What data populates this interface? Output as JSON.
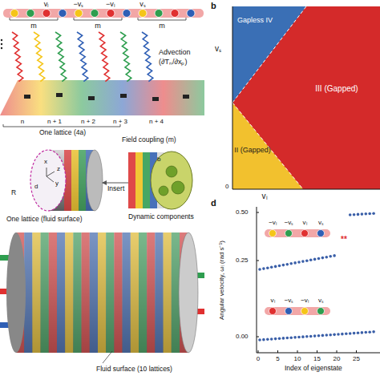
{
  "diagram": {
    "labels": [
      "vₗ",
      "−vₛ",
      "−vₗ",
      "vₛ",
      "m",
      "m",
      "m",
      "Advection",
      "(∂Tₙ/∂xₚ)",
      "n",
      "n + 1",
      "n + 2",
      "n + 3",
      "n + 4",
      "One lattice (4a)",
      "d",
      "x",
      "y",
      "z",
      "R",
      "Insert",
      "b",
      "Field coupling (m)",
      "Dynamic components",
      "One lattice (fluid surface)",
      "Fluid surface (10 lattices)",
      "b",
      "Gapless IV",
      "III (Gapped)",
      "II (Gapped)",
      "vₛ",
      "vₗ",
      "0",
      "d",
      "0.50",
      "0.25",
      "0.00",
      "Angular velocity, ωᵢ (rad s⁻¹)",
      "0",
      "5",
      "10",
      "15",
      "20",
      "25",
      "Index of eigenstate",
      "**",
      "−vₗ",
      "−vₛ",
      "vₗ",
      "vₛ",
      "vₗ",
      "−vₛ",
      "−vₗ",
      "vₛ"
    ]
  }
}
